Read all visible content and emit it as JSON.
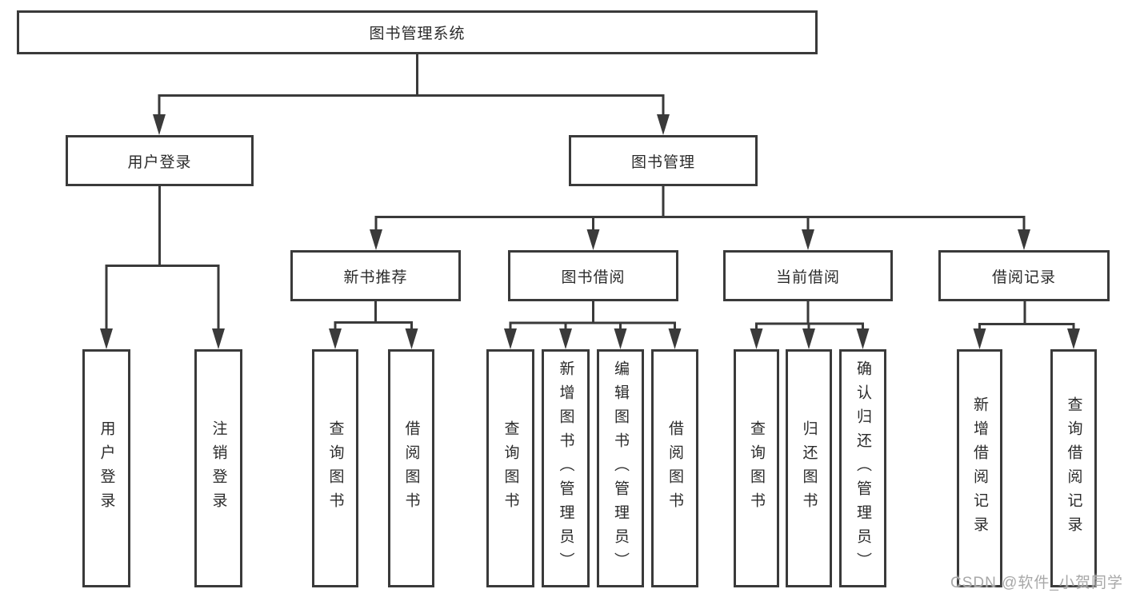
{
  "tree": {
    "label": "图书管理系统",
    "children": [
      {
        "label": "用户登录",
        "children": [
          {
            "label": "用户登录"
          },
          {
            "label": "注销登录"
          }
        ]
      },
      {
        "label": "图书管理",
        "children": [
          {
            "label": "新书推荐",
            "children": [
              {
                "label": "查询图书"
              },
              {
                "label": "借阅图书"
              }
            ]
          },
          {
            "label": "图书借阅",
            "children": [
              {
                "label": "查询图书"
              },
              {
                "label": "新增图书（管理员）"
              },
              {
                "label": "编辑图书（管理员）"
              },
              {
                "label": "借阅图书"
              }
            ]
          },
          {
            "label": "当前借阅",
            "children": [
              {
                "label": "查询图书"
              },
              {
                "label": "归还图书"
              },
              {
                "label": "确认归还（管理员）"
              }
            ]
          },
          {
            "label": "借阅记录",
            "children": [
              {
                "label": "新增借阅记录"
              },
              {
                "label": "查询借阅记录"
              }
            ]
          }
        ]
      }
    ]
  },
  "watermark": {
    "text": "CSDN @软件_小贺同学"
  },
  "colors": {
    "line": "#3a3a3a",
    "box_border": "#3a3a3a",
    "text": "#2b2b2b",
    "watermark": "#a8a8a8",
    "background": "#ffffff"
  }
}
